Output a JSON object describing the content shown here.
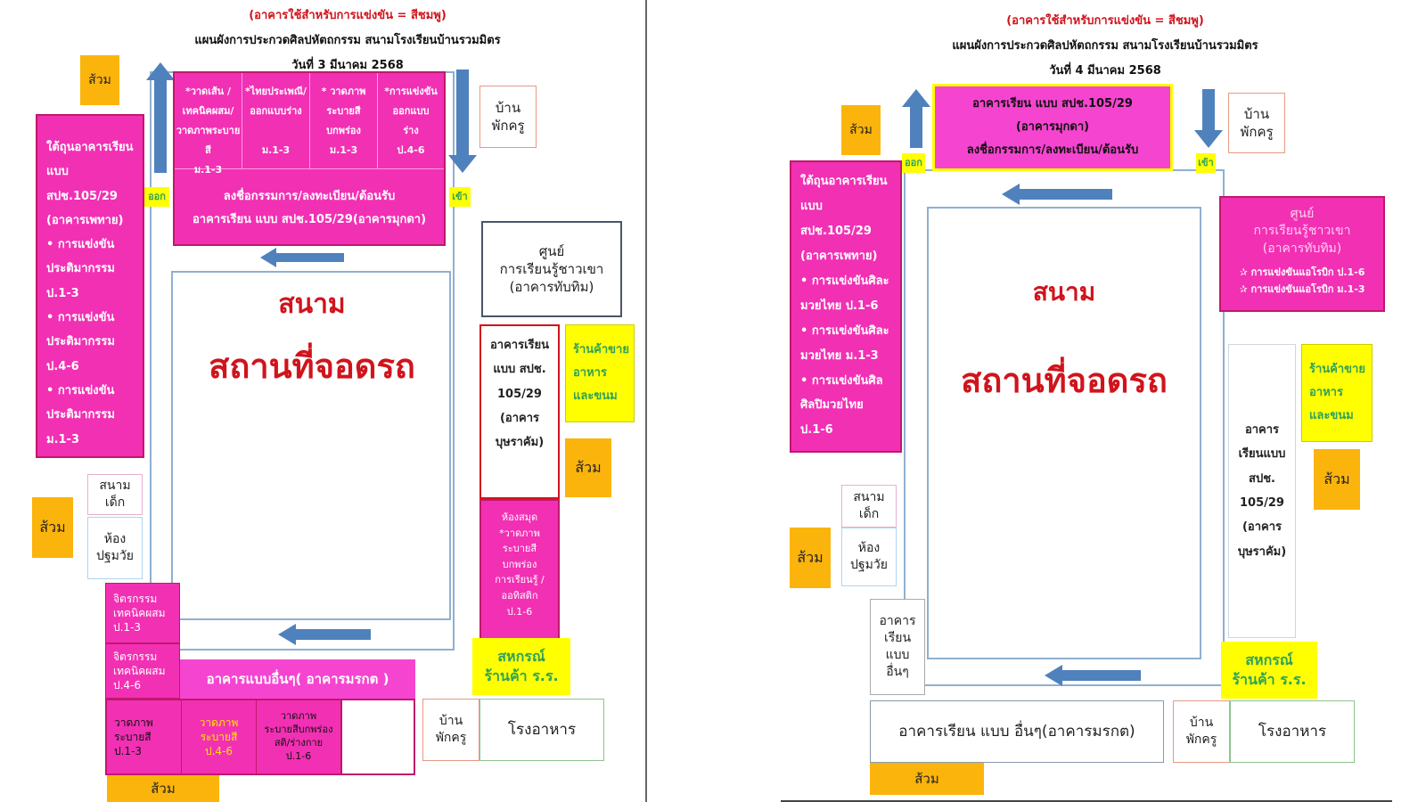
{
  "left": {
    "header_red": "(อาคารใช้สำหรับการแข่งขัน = สีชมพู)",
    "title": "แผนผังการประกวดศิลปหัตถกรรม สนามโรงเรียนบ้านรวมมิตร",
    "date": "วันที่  3  มีนาคม  2568",
    "som": "ส้วม",
    "top_cols": [
      "*วาดเส้น /\nเทคนิคผสม/\nวาดภาพระบายสี\nม.1-3",
      "*ไทยประเพณี/\nออกแบบร่าง\n\nม.1-3",
      "* วาดภาพ\nระบายสี\nบกพร่อง\nม.1-3",
      "*การแข่งขัน\nออกแบบ\nร่าง\nป.4-6"
    ],
    "top_building": "ลงชื่อกรรมการ/ลงทะเบียน/ต้อนรับ\nอาคารเรียน แบบ สปช.105/29(อาคารมุกดา)",
    "exit": "ออก",
    "enter": "เข้า",
    "teacher_house": "บ้าน\nพักครู",
    "left_building": "ใต้ถุนอาคารเรียน\nแบบ สปช.105/29\n(อาคารเพทาย)\n• การแข่งขัน\nประติมากรรม\nป.1-3\n• การแข่งขัน\nประติมากรรม\nป.4-6\n• การแข่งขัน\nประติมากรรม\nม.1-3",
    "field": "สนาม",
    "parking": "สถานที่จอดรถ",
    "center": "ศูนย์\nการเรียนรู้ชาวเขา\n(อาคารทับทิม)",
    "right_building": "อาคารเรียน\nแบบ สปช.\n105/29\n(อาคาร\nบุษราคัม)",
    "shop": "ร้านค้าขาย\nอาหาร\nและขนม",
    "library": "ห้องสมุด\n*วาดภาพ\nระบายสี\nบกพร่อง\nการเรียนรู้ /\nออทิสติก\nป.1-6",
    "playground": "สนาม\nเด็ก",
    "first_aid": "ห้อง\nปฐมวัย",
    "art_p13": "จิตรกรรม\nเทคนิคผสม\nป.1-3",
    "art_p46": "จิตรกรรม\nเทคนิคผสม\nป.4-6",
    "other_building": "อาคารแบบอื่นๆ( อาคารมรกต )",
    "paint_p13": "วาดภาพ\nระบายสี\nป.1-3",
    "paint_p46": "วาดภาพ\nระบายสี\nป.4-6",
    "paint_special": "วาดภาพ\nระบายสีบกพร่อง\nสติ/ร่างกาย\nป.1-6",
    "coop": "สหกรณ์\nร้านค้า ร.ร.",
    "canteen": "โรงอาหาร"
  },
  "right": {
    "header_red": "(อาคารใช้สำหรับการแข่งขัน = สีชมพู)",
    "title": "แผนผังการประกวดศิลปหัตถกรรม สนามโรงเรียนบ้านรวมมิตร",
    "date": "วันที่  4  มีนาคม  2568",
    "som": "ส้วม",
    "top_building": "อาคารเรียน แบบ สปช.105/29\n(อาคารมุกดา)\nลงชื่อกรรมการ/ลงทะเบียน/ต้อนรับ",
    "exit": "ออก",
    "enter": "เข้า",
    "teacher_house": "บ้าน\nพักครู",
    "left_building": "ใต้ถุนอาคารเรียน\nแบบ สปช.105/29\n(อาคารเพทาย)\n• การแข่งขันศิละ\nมวยไทย ป.1-6\n• การแข่งขันศิละ\nมวยไทย ม.1-3\n• การแข่งขันศิล\nศิลปิมวยไทย\nป.1-6",
    "field": "สนาม",
    "parking": "สถานที่จอดรถ",
    "center": "ศูนย์\nการเรียนรู้ชาวเขา\n(อาคารทับทิม)",
    "center_items": "✰ การแข่งขันแอโรบิก ป.1-6\n✰ การแข่งขันแอโรบิก ม.1-3",
    "shop": "ร้านค้าขาย\nอาหาร\nและขนม",
    "right_building": "อาคาร\nเรียนแบบ\nสปช.\n105/29\n(อาคาร\nบุษราคัม)",
    "playground": "สนาม\nเด็ก",
    "first_aid": "ห้อง\nปฐมวัย",
    "other_small": "อาคาร\nเรียน\nแบบ\nอื่นๆ",
    "other_building": "อาคารเรียน แบบ อื่นๆ(อาคารมรกต)",
    "coop": "สหกรณ์\nร้านค้า ร.ร.",
    "canteen": "โรงอาหาร"
  }
}
